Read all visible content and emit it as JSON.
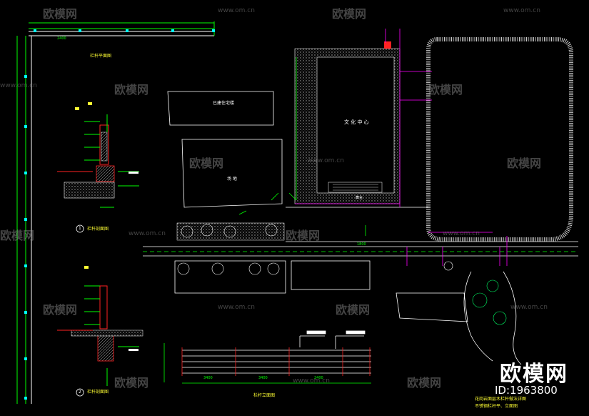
{
  "labels": {
    "plan_title": "栏杆平面图",
    "section1_title": "栏杆剖面图",
    "section2_title": "栏杆剖面图",
    "section1_num": "1",
    "section2_num": "2",
    "elevation_title": "栏杆立面图",
    "culture_center": "文 化 中 心",
    "existing_building": "已建住宅楼",
    "plaza": "场 地",
    "stage": "舞台",
    "note_line1": "花岗岩面层木栏杆做法详图",
    "note_line2": "不锈钢栏杆平、立面图"
  },
  "dimensions": {
    "dim_2400": "2400",
    "dim_3400a": "3400",
    "dim_3400b": "3400",
    "dim_2400b": "2400",
    "dim_1800": "1800"
  },
  "watermarks": {
    "brand": "欧模网",
    "url": "www.om.cn",
    "corner_brand": "欧模网",
    "corner_id": "ID:1963800"
  },
  "colors": {
    "background": "#000000",
    "outline": "#ffffff",
    "dimension": "#00ff00",
    "highlight": "#ff00ff",
    "annotation": "#ffff33",
    "hatch": "#cccccc",
    "red": "#ff2222"
  }
}
